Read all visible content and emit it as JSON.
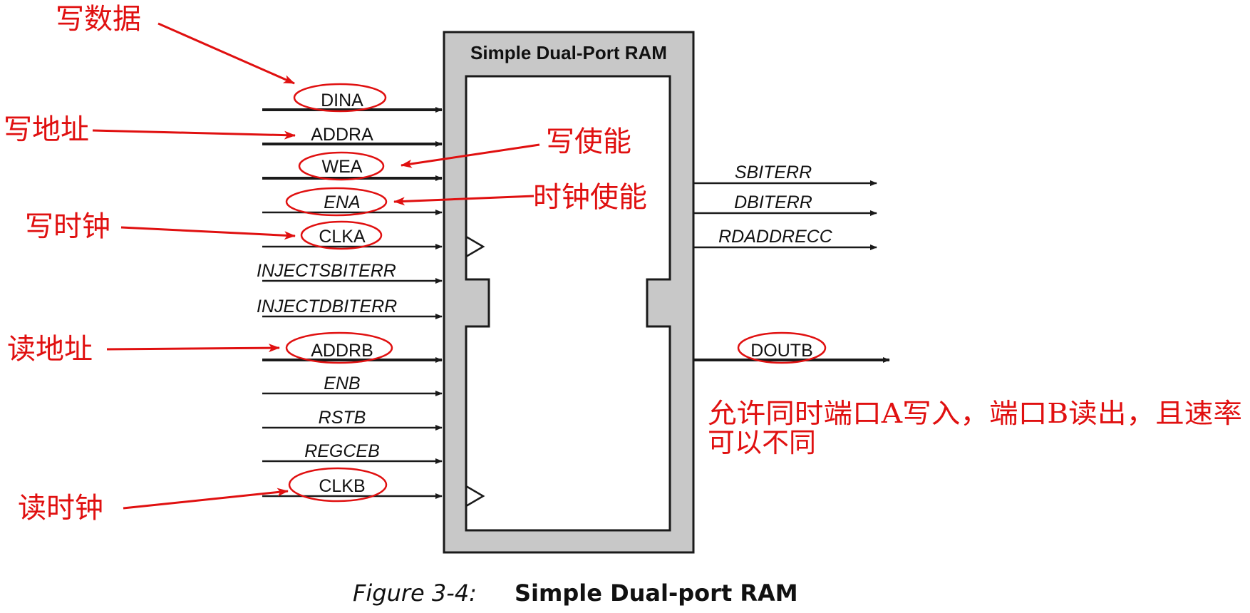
{
  "block": {
    "title": "Simple Dual-Port RAM"
  },
  "inputs": [
    {
      "label": "DINA",
      "italic": false
    },
    {
      "label": "ADDRA",
      "italic": false
    },
    {
      "label": "WEA",
      "italic": false
    },
    {
      "label": "ENA",
      "italic": true
    },
    {
      "label": "CLKA",
      "italic": false
    },
    {
      "label": "INJECTSBITERR",
      "italic": true
    },
    {
      "label": "INJECTDBITERR",
      "italic": true
    },
    {
      "label": "ADDRB",
      "italic": false
    },
    {
      "label": "ENB",
      "italic": true
    },
    {
      "label": "RSTB",
      "italic": true
    },
    {
      "label": "REGCEB",
      "italic": true
    },
    {
      "label": "CLKB",
      "italic": false
    }
  ],
  "outputs": [
    {
      "label": "SBITERR",
      "italic": true
    },
    {
      "label": "DBITERR",
      "italic": true
    },
    {
      "label": "RDADDRECC",
      "italic": true
    },
    {
      "label": "DOUTB",
      "italic": false
    }
  ],
  "annotations": {
    "write_data": "写数据",
    "write_addr": "写地址",
    "write_enable": "写使能",
    "clock_enable": "时钟使能",
    "write_clock": "写时钟",
    "read_addr": "读地址",
    "read_clock": "读时钟",
    "note_line1": "允许同时端口A写入，端口B读出，且速率",
    "note_line2": "可以不同"
  },
  "caption": {
    "figure": "Figure 3-4:",
    "title": "Simple Dual-port RAM"
  },
  "colors": {
    "annotation": "#e01010",
    "block_fill": "#c8c8c8",
    "line": "#1a1a1a"
  }
}
